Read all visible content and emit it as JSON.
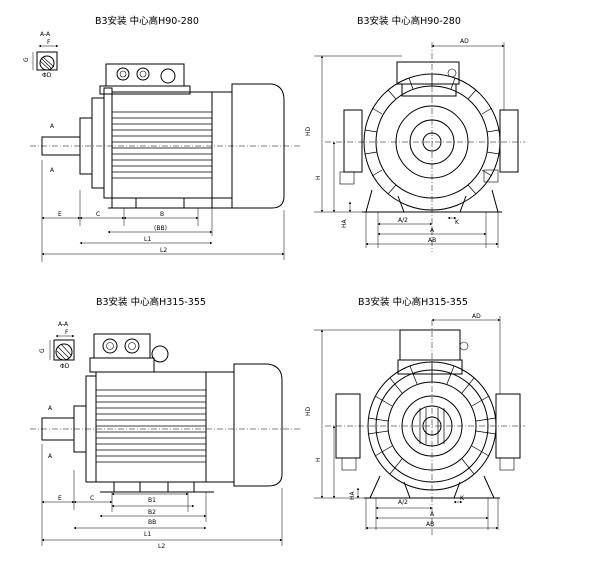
{
  "titles": {
    "top_left": "B3安装  中心高H90-280",
    "top_right": "B3安装  中心高H90-280",
    "bottom_left": "B3安装  中心高H315-355",
    "bottom_right": "B3安装  中心高H315-355"
  },
  "section_view": {
    "label": "A-A",
    "f": "F",
    "g": "G",
    "d": "ΦD"
  },
  "side_view_small": {
    "A": "A",
    "E": "E",
    "C": "C",
    "B": "B",
    "BB": "(BB)",
    "L1": "L1",
    "L2": "L2"
  },
  "side_view_large": {
    "A": "A",
    "E": "E",
    "C": "C",
    "B1": "B1",
    "B2": "B2",
    "BB": "BB",
    "L1": "L1",
    "L2": "L2"
  },
  "end_view": {
    "AD": "AD",
    "HD": "HD",
    "H": "H",
    "HA": "HA",
    "A2": "A/2",
    "K": "K",
    "A": "A",
    "AB": "AB"
  }
}
